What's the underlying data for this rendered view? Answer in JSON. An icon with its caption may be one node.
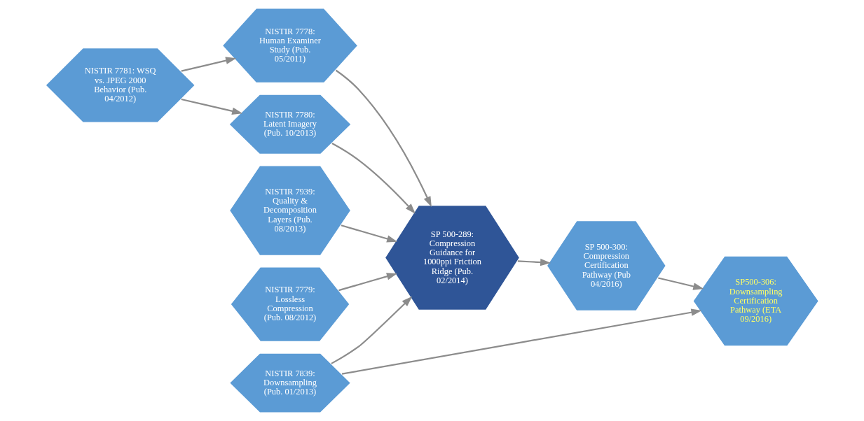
{
  "diagram": {
    "nodes": [
      {
        "text": [
          "NISTIR 7781: WSQ vs. JPEG 2000 Behavior (Pub. 04/2012)"
        ]
      },
      {
        "text": [
          "NISTIR 7778: Human Examiner Study (Pub. 05/2011)"
        ]
      },
      {
        "text": [
          "NISTIR 7780: Latent Imagery (Pub. 10/2013)"
        ]
      },
      {
        "text": [
          "NISTIR 7939: Quality & Decomposition Layers (Pub. 08/2013)"
        ]
      },
      {
        "text": [
          "SP 500-289: Compression Guidance for 1000ppi Friction Ridge (Pub. 02/2014)"
        ]
      },
      {
        "text": [
          "NISTIR 7779: Lossless Compression (Pub. 08/2012)"
        ]
      },
      {
        "text": [
          "NISTIR 7839: Downsampling (Pub. 01/2013)"
        ]
      },
      {
        "text": [
          "SP 500-300: Compression Certification Pathway (Pub 04/2016)"
        ]
      },
      {
        "text": [
          "SP500-306: Downsampling Certification Pathway (ETA 09/2016)"
        ]
      }
    ],
    "edges": [
      {
        "from": 0,
        "to": 1,
        "arrow": "to"
      },
      {
        "from": 0,
        "to": 2,
        "arrow": "to"
      },
      {
        "from": 1,
        "to": 4,
        "arrow": "to"
      },
      {
        "from": 2,
        "to": 4,
        "arrow": "to"
      },
      {
        "from": 3,
        "to": 4,
        "arrow": "to"
      },
      {
        "from": 5,
        "to": 4,
        "arrow": "to"
      },
      {
        "from": 6,
        "to": 4,
        "arrow": "to"
      },
      {
        "from": 4,
        "to": 7,
        "arrow": "to"
      },
      {
        "from": 6,
        "to": 8,
        "arrow": "to"
      },
      {
        "from": 7,
        "to": 8,
        "arrow": "to"
      }
    ]
  }
}
